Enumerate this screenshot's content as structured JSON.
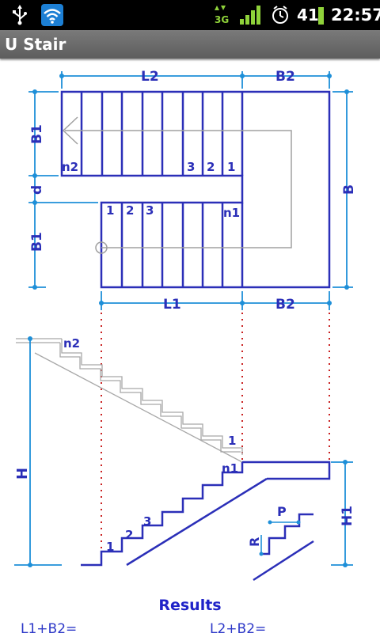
{
  "status_bar": {
    "usb": "usb-icon",
    "wifi": "wifi-icon",
    "network_type": "3G",
    "signal": "signal-bars-icon",
    "alarm": "alarm-clock-icon",
    "battery_level": "41",
    "time": "22:57"
  },
  "app": {
    "title": "U Stair"
  },
  "plan": {
    "dim_L2": "L2",
    "dim_B2_top": "B2",
    "dim_B1_upper": "B1",
    "dim_d": "d",
    "dim_B1_lower": "B1",
    "dim_B": "B",
    "dim_L1": "L1",
    "dim_B2_bottom": "B2",
    "upper_flight": {
      "first": "n2",
      "s3": "3",
      "s2": "2",
      "s1": "1"
    },
    "lower_flight": {
      "s1": "1",
      "s2": "2",
      "s3": "3",
      "last": "n1"
    }
  },
  "section": {
    "label_n2": "n2",
    "label_1_upper": "1",
    "label_n1": "n1",
    "label_H": "H",
    "label_H1": "H1",
    "label_3": "3",
    "label_2": "2",
    "label_1_lower": "1",
    "label_P": "P",
    "label_R": "R"
  },
  "results": {
    "heading": "Results",
    "formula_left": "L1+B2=",
    "formula_right": "L2+B2="
  },
  "colors": {
    "drawing_line": "#2b2fb8",
    "dimension_line": "#1e8fd8",
    "guide_line": "#c92020",
    "thin_line": "#a0a0a0"
  }
}
